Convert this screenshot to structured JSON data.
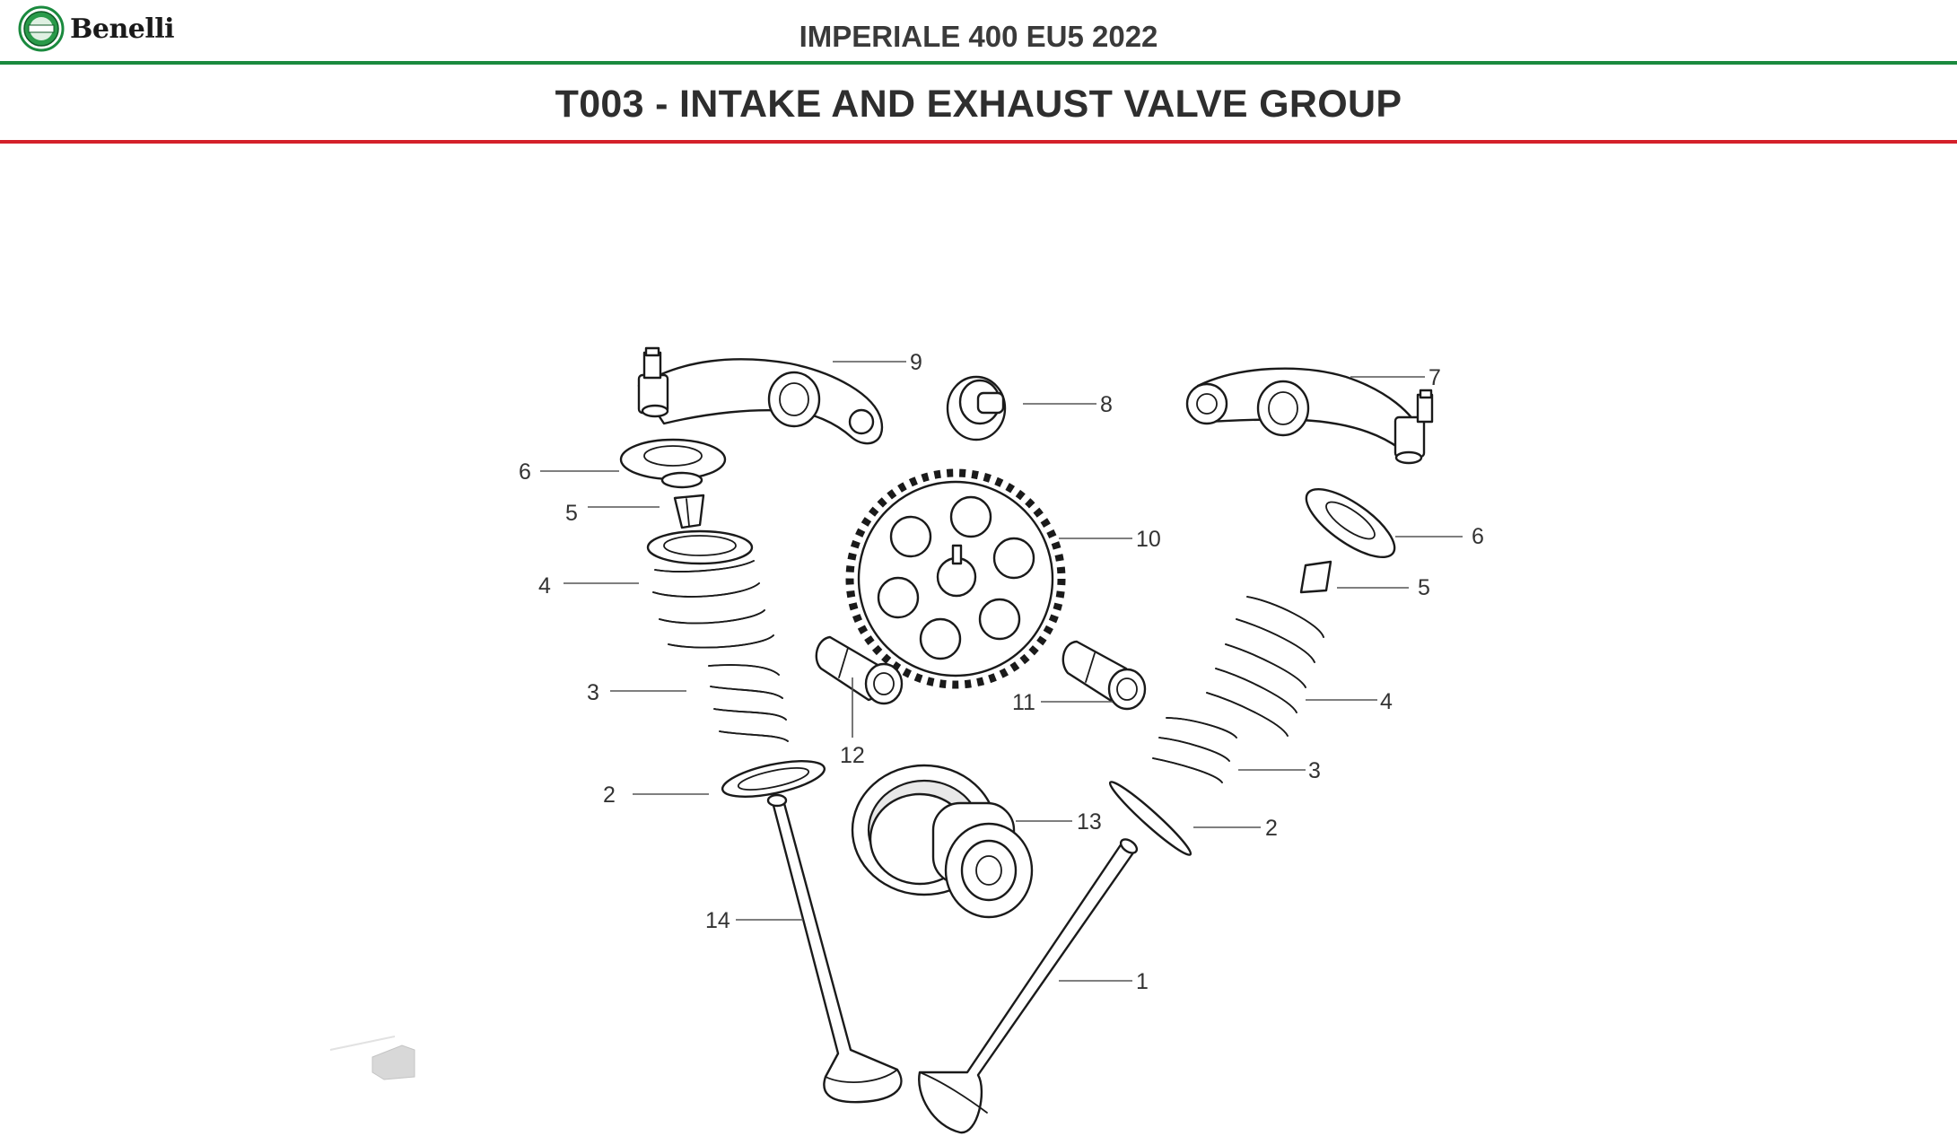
{
  "header": {
    "brand": "Benelli",
    "model": "IMPERIALE 400 EU5 2022",
    "title": "T003 - INTAKE AND EXHAUST VALVE GROUP"
  },
  "colors": {
    "header_rule": "#1a8a3e",
    "title_rule": "#d4202a"
  },
  "callouts": {
    "intake_rocker_arm": "9",
    "camshaft_plug": "8",
    "exhaust_rocker_arm": "7",
    "left_spring_cap": "6",
    "left_valve_cotter": "5",
    "left_outer_spring": "4",
    "left_inner_spring": "3",
    "left_spring_seat": "2",
    "timing_sprocket": "10",
    "right_spring_cap": "6",
    "right_valve_cotter": "5",
    "right_outer_spring": "4",
    "right_inner_spring": "3",
    "right_spring_seat": "2",
    "rocker_shaft_right": "11",
    "rocker_shaft_left": "12",
    "camshaft_bearing": "13",
    "intake_valve": "14",
    "exhaust_valve": "1"
  }
}
